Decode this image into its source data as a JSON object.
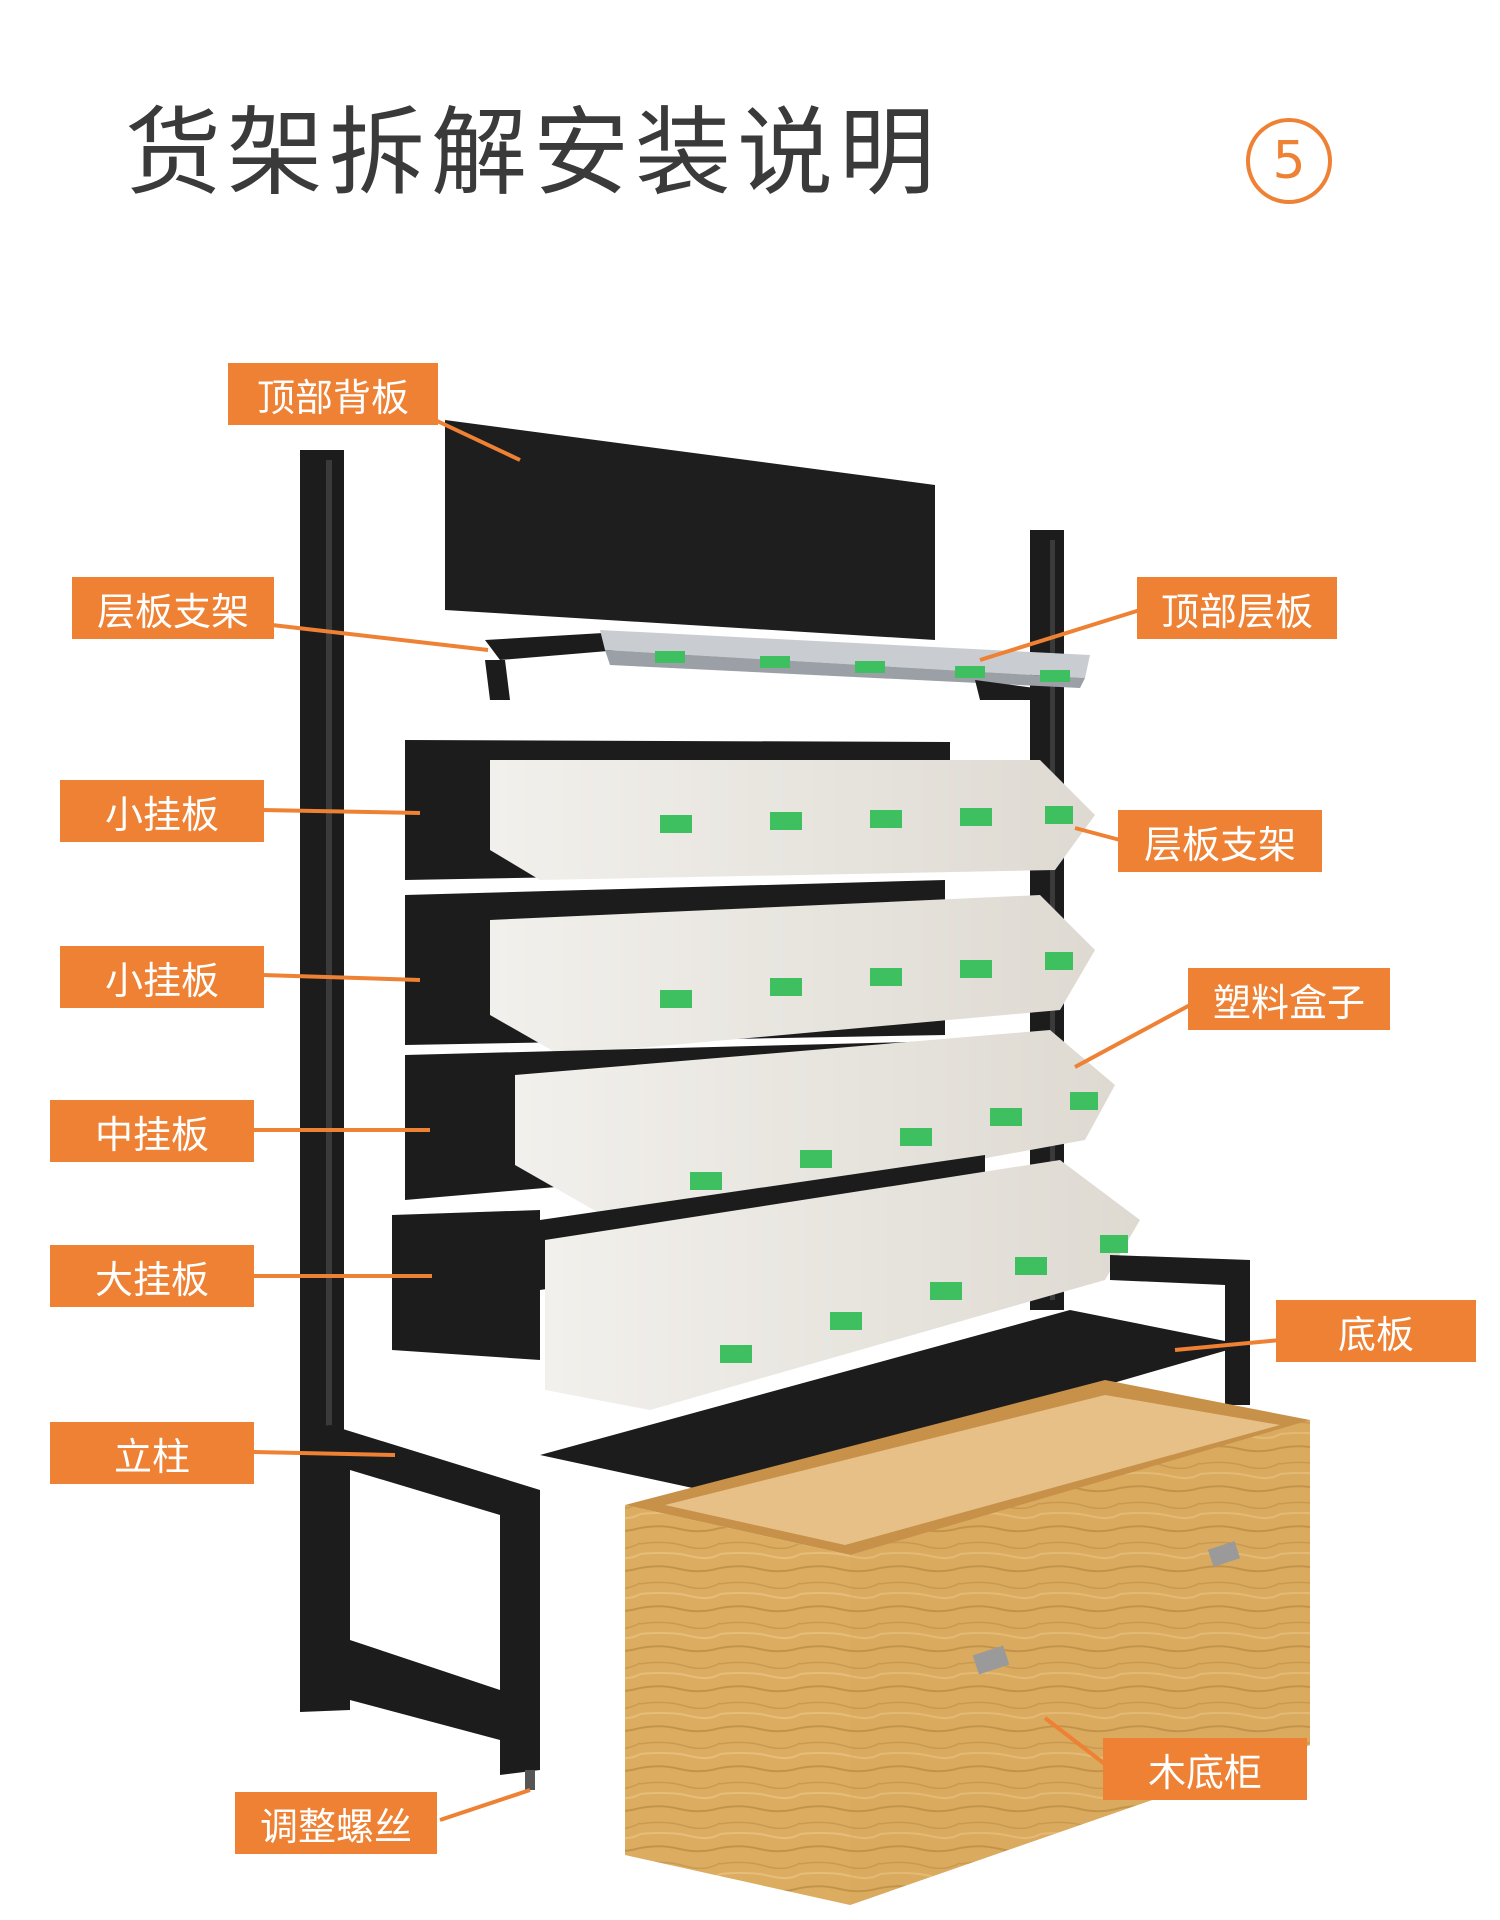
{
  "title": "货架拆解安装说明",
  "step_number": "5",
  "colors": {
    "accent": "#ee8134",
    "frame": "#1c1c1c",
    "wood": "#d9a85a",
    "box": "#ebe8e2",
    "tag_green": "#3fc060"
  },
  "labels": {
    "top_back_panel": "顶部背板",
    "shelf_bracket_left": "层板支架",
    "top_shelf": "顶部层板",
    "small_hanging_board_1": "小挂板",
    "shelf_bracket_right": "层板支架",
    "small_hanging_board_2": "小挂板",
    "plastic_box": "塑料盒子",
    "medium_hanging_board": "中挂板",
    "large_hanging_board": "大挂板",
    "base_board": "底板",
    "upright_post": "立柱",
    "wooden_base_cabinet": "木底柜",
    "adjusting_screw": "调整螺丝"
  }
}
